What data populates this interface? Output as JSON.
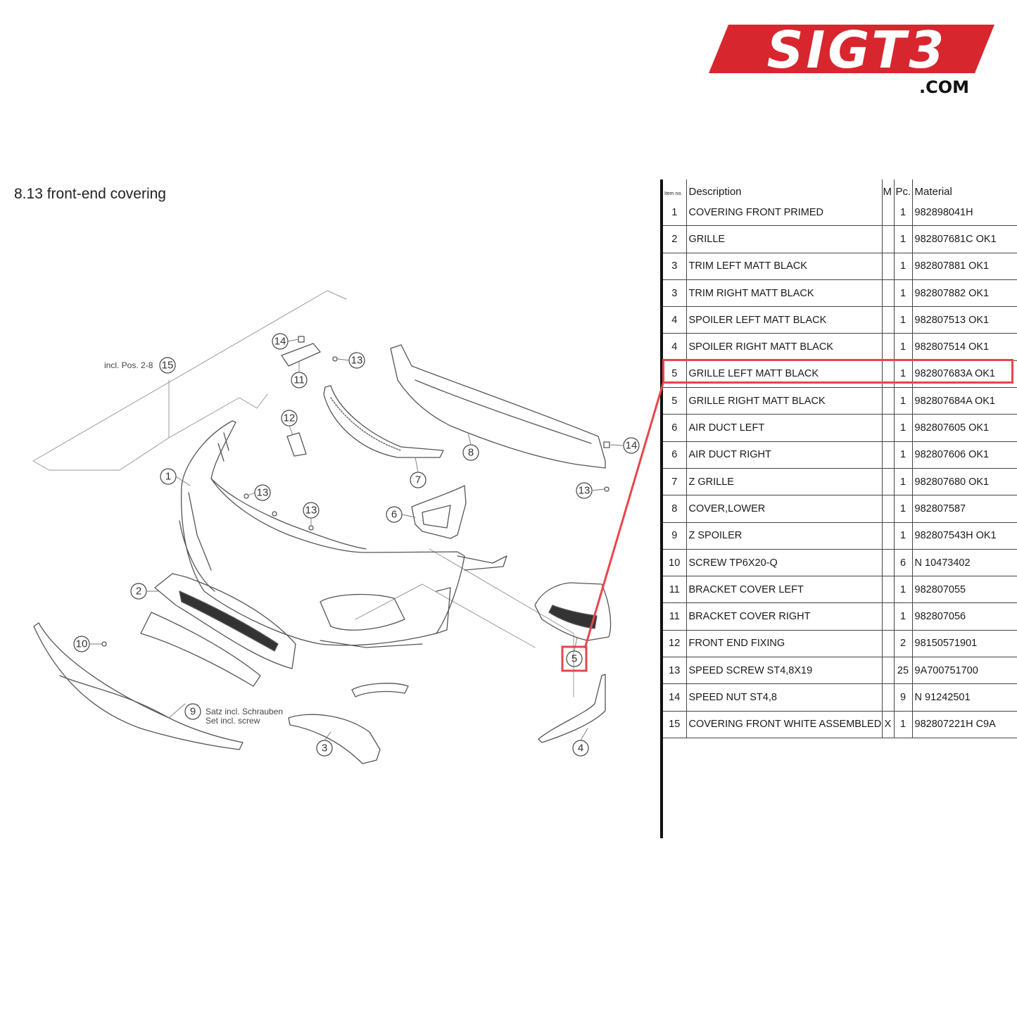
{
  "logo": {
    "brand_text": "SIGT3",
    "suffix": ".COM",
    "brand_color": "#d8262f"
  },
  "page_title": "8.13  front-end covering",
  "diagram": {
    "callouts": [
      "1",
      "2",
      "3",
      "4",
      "5",
      "6",
      "7",
      "8",
      "9",
      "10",
      "11",
      "12",
      "13",
      "13",
      "13",
      "13",
      "14",
      "14",
      "15"
    ],
    "label_incl_pos": "incl. Pos. 2-8",
    "label_satz_de": "Satz incl. Schrauben",
    "label_set_en": "Set incl. screw",
    "highlighted_callout": "5",
    "highlight_color": "#e8454a"
  },
  "table": {
    "headers": {
      "item": "Item no.",
      "description": "Description",
      "m": "M",
      "pc": "Pc.",
      "material": "Material"
    },
    "rows": [
      {
        "item": "1",
        "description": "COVERING FRONT PRIMED",
        "m": "",
        "pc": "1",
        "material": "982898041H"
      },
      {
        "item": "2",
        "description": "GRILLE",
        "m": "",
        "pc": "1",
        "material": "982807681C OK1"
      },
      {
        "item": "3",
        "description": "TRIM LEFT MATT BLACK",
        "m": "",
        "pc": "1",
        "material": "982807881 OK1"
      },
      {
        "item": "3",
        "description": "TRIM RIGHT MATT BLACK",
        "m": "",
        "pc": "1",
        "material": "982807882 OK1"
      },
      {
        "item": "4",
        "description": "SPOILER LEFT MATT BLACK",
        "m": "",
        "pc": "1",
        "material": "982807513 OK1"
      },
      {
        "item": "4",
        "description": "SPOILER RIGHT MATT BLACK",
        "m": "",
        "pc": "1",
        "material": "982807514 OK1"
      },
      {
        "item": "5",
        "description": "GRILLE LEFT MATT BLACK",
        "m": "",
        "pc": "1",
        "material": "982807683A OK1"
      },
      {
        "item": "5",
        "description": "GRILLE RIGHT MATT BLACK",
        "m": "",
        "pc": "1",
        "material": "982807684A OK1"
      },
      {
        "item": "6",
        "description": "AIR DUCT LEFT",
        "m": "",
        "pc": "1",
        "material": "982807605 OK1"
      },
      {
        "item": "6",
        "description": "AIR DUCT RIGHT",
        "m": "",
        "pc": "1",
        "material": "982807606 OK1"
      },
      {
        "item": "7",
        "description": "Z GRILLE",
        "m": "",
        "pc": "1",
        "material": "982807680 OK1"
      },
      {
        "item": "8",
        "description": "COVER,LOWER",
        "m": "",
        "pc": "1",
        "material": "982807587"
      },
      {
        "item": "9",
        "description": "Z SPOILER",
        "m": "",
        "pc": "1",
        "material": "982807543H OK1"
      },
      {
        "item": "10",
        "description": "SCREW TP6X20-Q",
        "m": "",
        "pc": "6",
        "material": "N 10473402"
      },
      {
        "item": "11",
        "description": "BRACKET COVER LEFT",
        "m": "",
        "pc": "1",
        "material": "982807055"
      },
      {
        "item": "11",
        "description": "BRACKET COVER RIGHT",
        "m": "",
        "pc": "1",
        "material": "982807056"
      },
      {
        "item": "12",
        "description": "FRONT END FIXING",
        "m": "",
        "pc": "2",
        "material": "98150571901"
      },
      {
        "item": "13",
        "description": "SPEED SCREW ST4,8X19",
        "m": "",
        "pc": "25",
        "material": "9A700751700"
      },
      {
        "item": "14",
        "description": "SPEED NUT ST4,8",
        "m": "",
        "pc": "9",
        "material": "N 91242501"
      },
      {
        "item": "15",
        "description": "COVERING FRONT WHITE ASSEMBLED",
        "m": "X",
        "pc": "1",
        "material": "982807221H C9A"
      }
    ],
    "highlighted_row_index": 6
  }
}
